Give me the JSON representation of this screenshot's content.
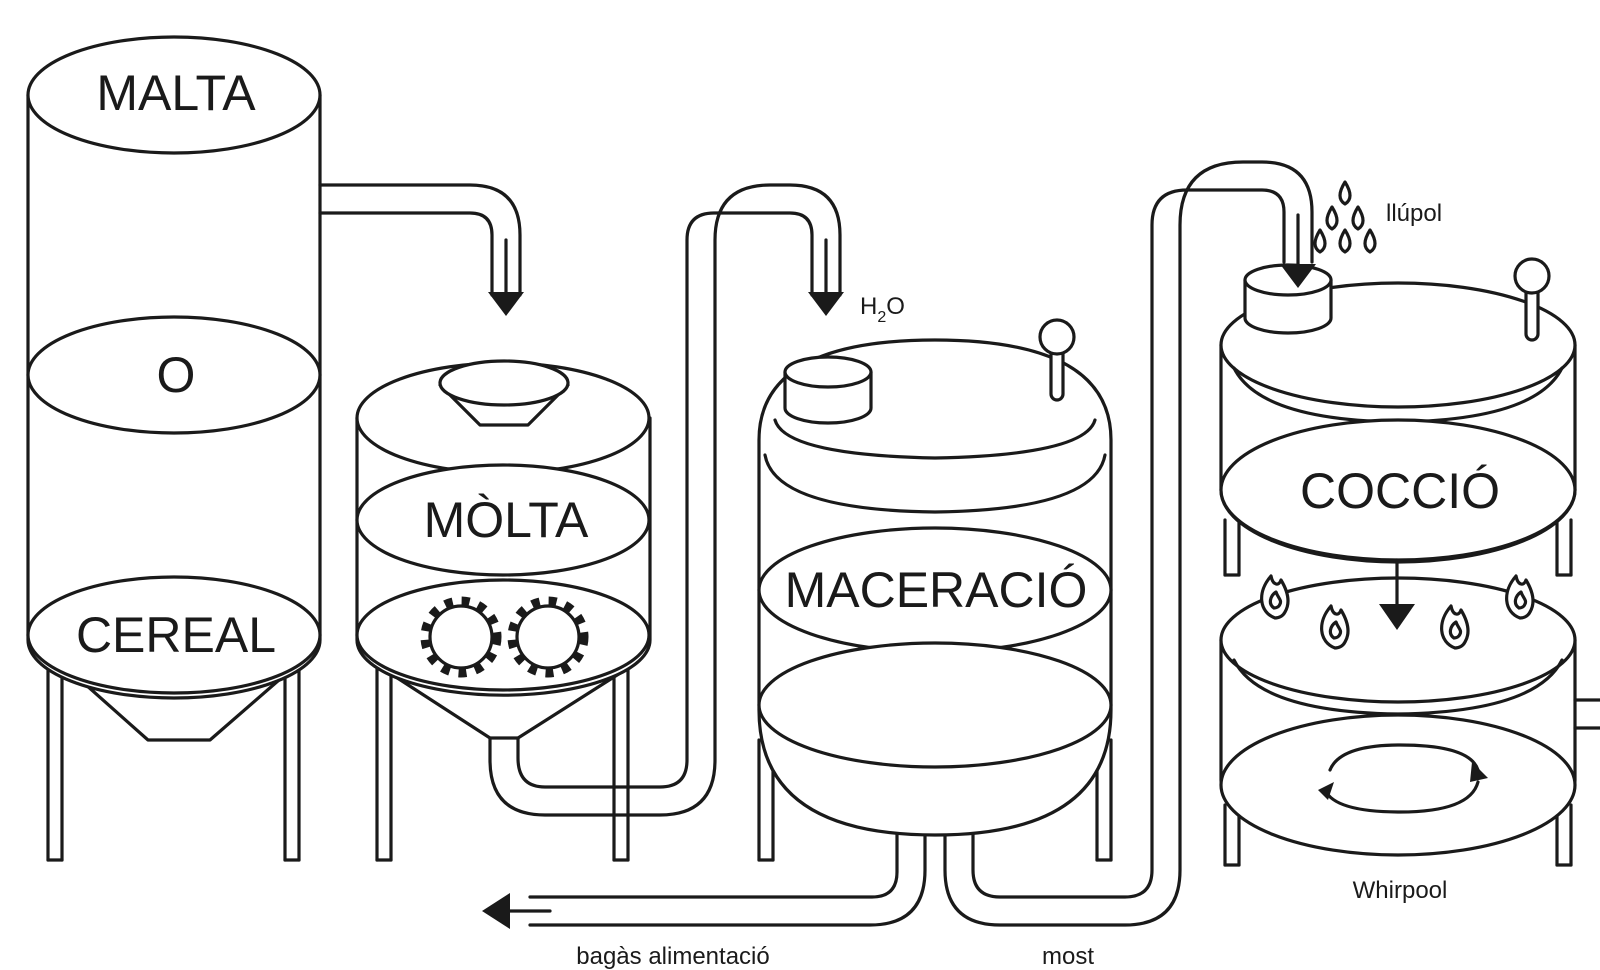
{
  "labels": {
    "malta": "MALTA",
    "o": "O",
    "cereal": "CEREAL",
    "molta": "MÒLTA",
    "maceracio": "MACERACIÓ",
    "coccio": "COCCIÓ",
    "h2o_base": "H",
    "h2o_sub": "2",
    "h2o_end": "O",
    "llupol": "llúpol",
    "whirpool": "Whirpool",
    "bagas": "bagàs alimentació",
    "most": "most"
  },
  "icons": [
    "arrow-down-icon",
    "arrow-left-icon",
    "gear-icon",
    "flame-icon",
    "hop-drops-icon",
    "rotation-arrows-icon",
    "valve-icon"
  ],
  "colors": {
    "line": "#1a1a1a",
    "background": "#ffffff"
  }
}
